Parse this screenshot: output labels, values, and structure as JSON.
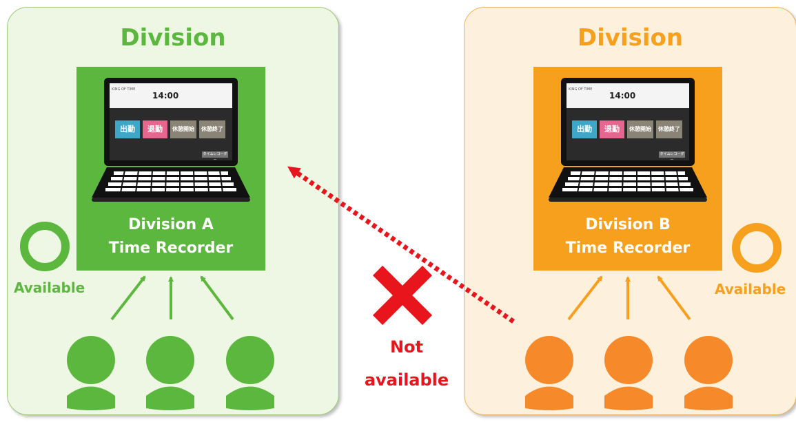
{
  "left_panel": {
    "title": "Division",
    "recorder_line1": "Division A",
    "recorder_line2": "Time Recorder",
    "status_label": "Available",
    "color": "#5cb73e",
    "bg_color": "#eef7e3"
  },
  "right_panel": {
    "title": "Division",
    "recorder_line1": "Division B",
    "recorder_line2": "Time Recorder",
    "status_label": "Available",
    "color": "#f6a01e",
    "bg_color": "#fdf1de"
  },
  "cross_access": {
    "line1": "Not",
    "line2": "available",
    "color": "#e8151c",
    "icon": "cross-mark-icon"
  },
  "screen": {
    "brand": "KING OF TIME",
    "time": "14:00",
    "buttons": [
      "出勤",
      "退勤",
      "休憩開始",
      "休憩終了"
    ],
    "button_colors": [
      "#3ea6c6",
      "#e5668e",
      "#8a8477",
      "#8a8477"
    ],
    "recorder_button": "タイムレコーダー"
  }
}
